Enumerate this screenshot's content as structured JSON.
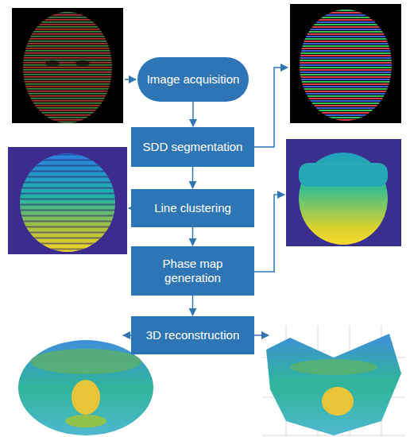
{
  "diagram": {
    "nodes": [
      {
        "text": [
          "Image acquisition"
        ]
      },
      {
        "text": [
          "SDD segmentation"
        ]
      },
      {
        "text": [
          "Line clustering"
        ]
      },
      {
        "text": [
          "Phase map generation"
        ]
      },
      {
        "text": [
          "3D reconstruction"
        ]
      }
    ],
    "edges": [
      {
        "from": 0,
        "to": 1,
        "arrow": "to"
      },
      {
        "from": 1,
        "to": 2,
        "arrow": "to"
      },
      {
        "from": 2,
        "to": 3,
        "arrow": "to"
      },
      {
        "from": 3,
        "to": 4,
        "arrow": "to"
      }
    ]
  }
}
